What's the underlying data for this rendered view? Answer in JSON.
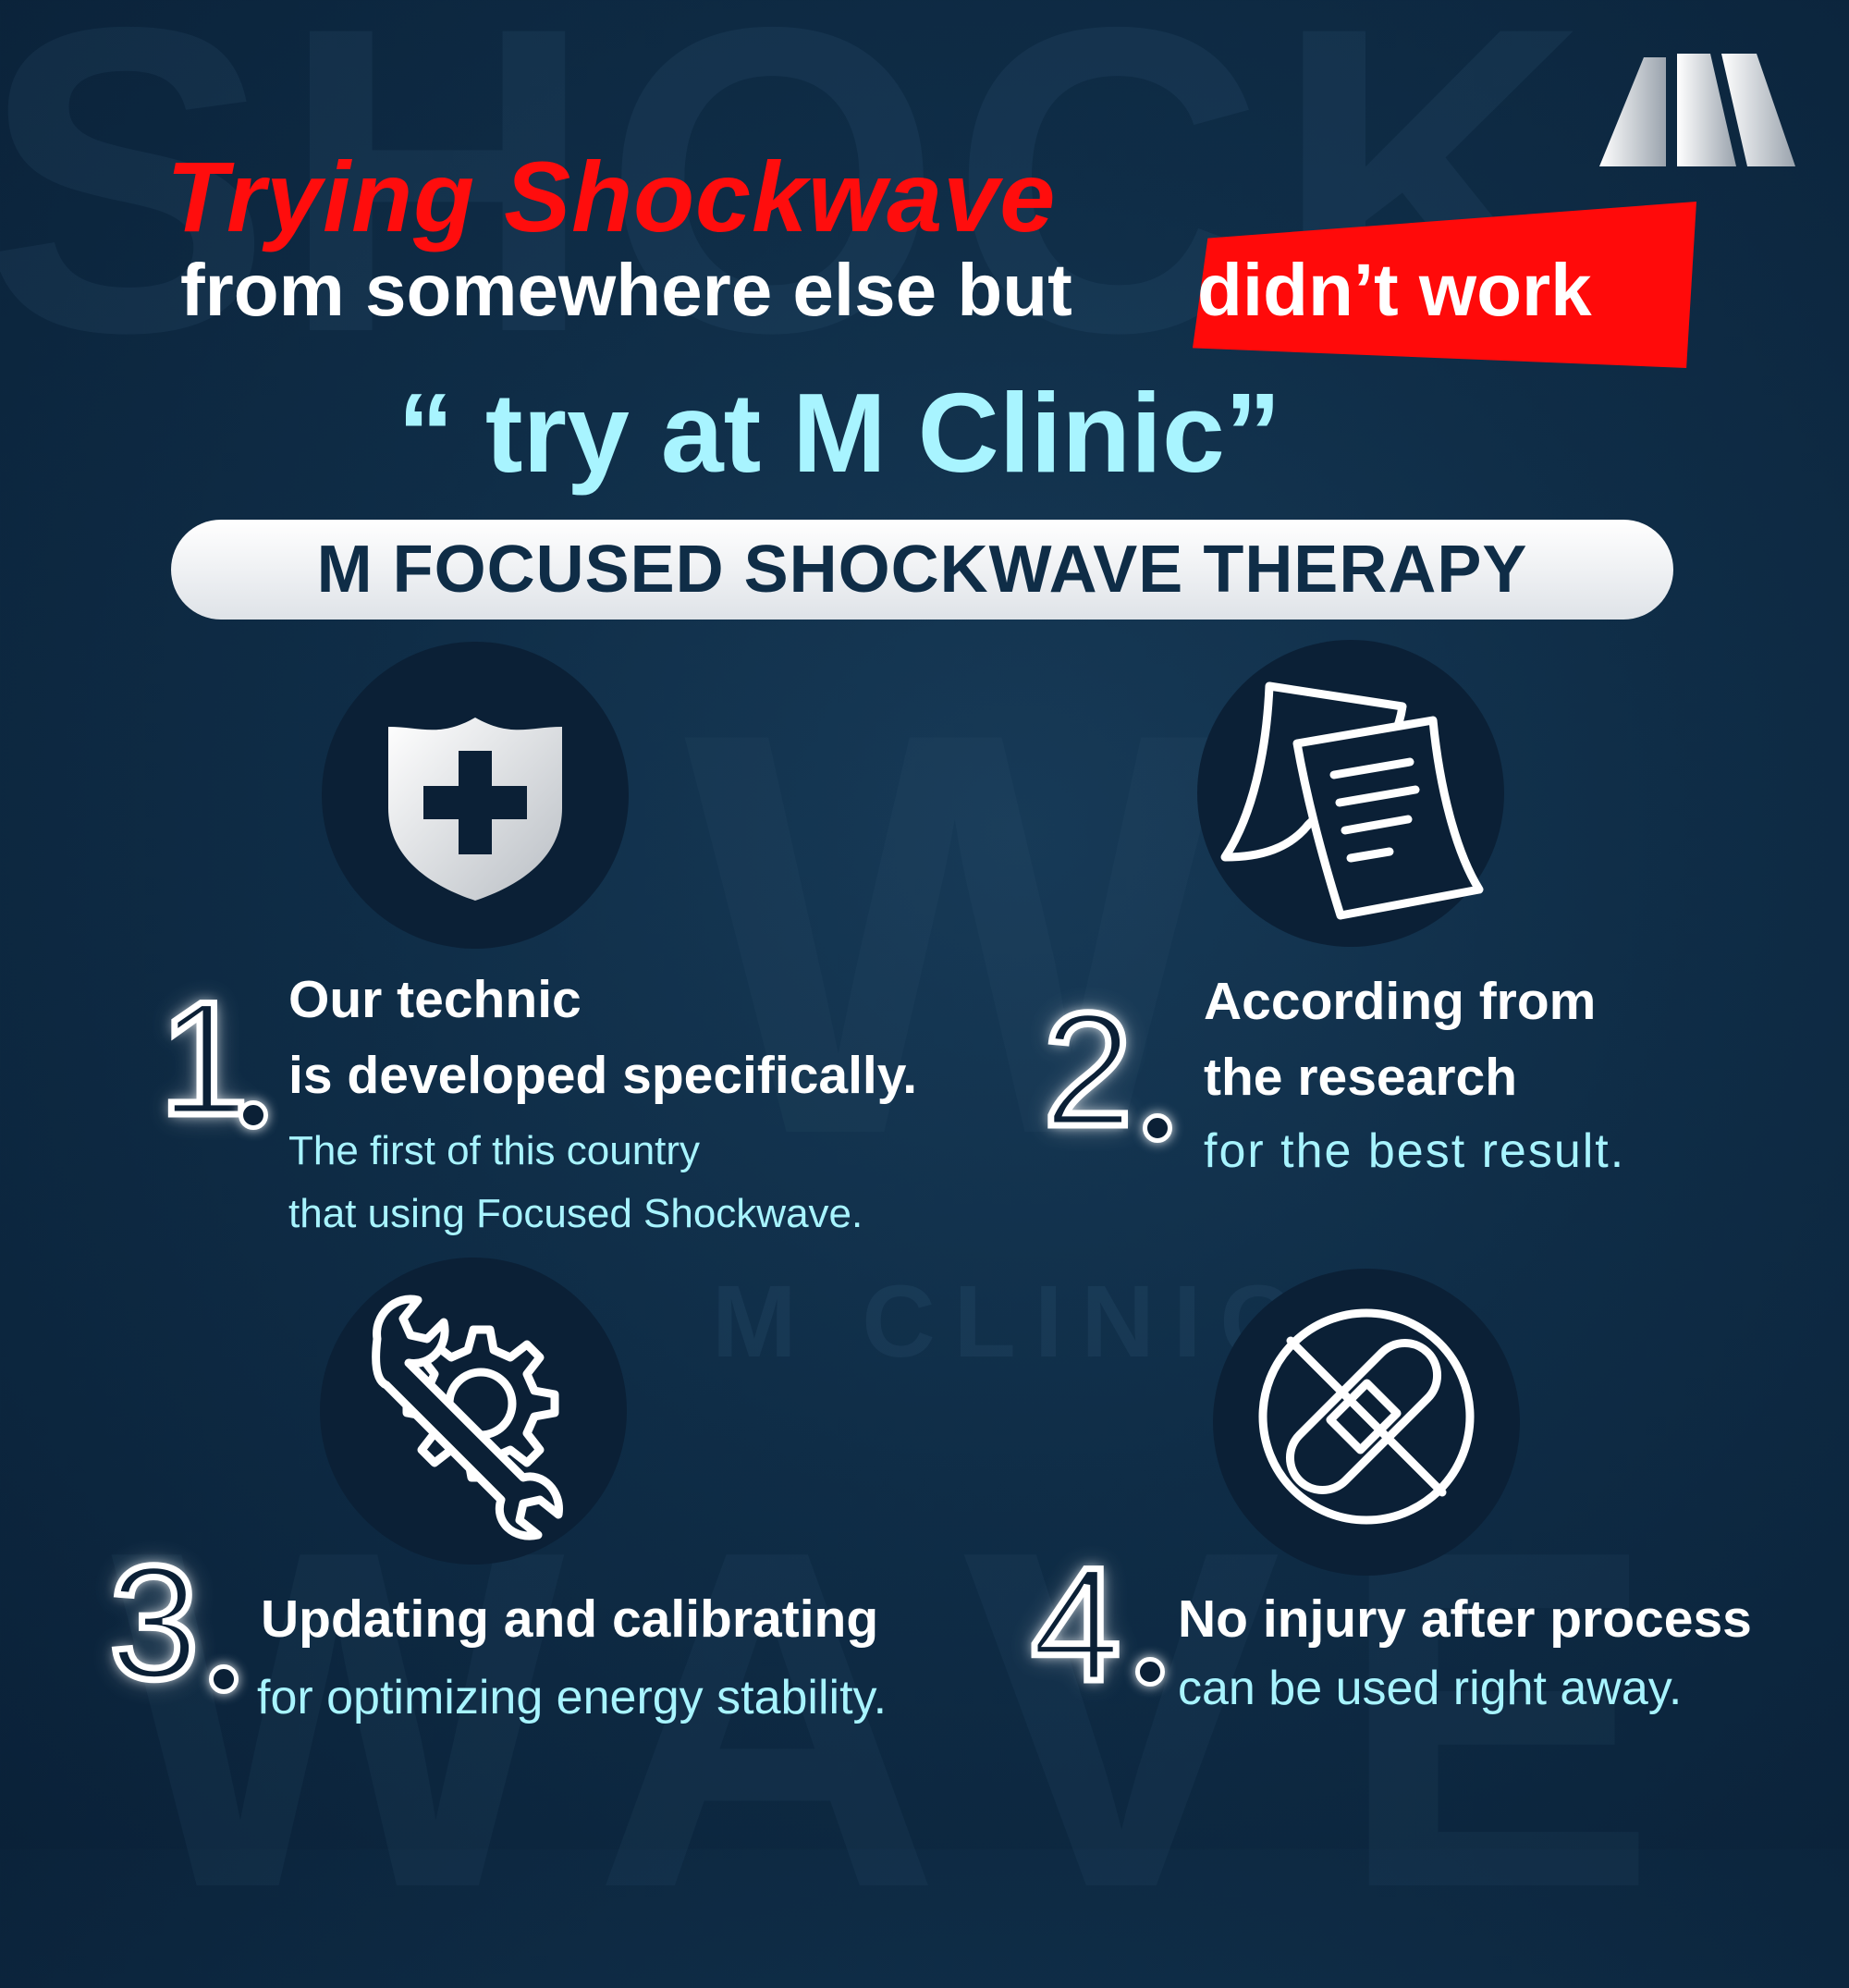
{
  "background_words": {
    "top": "SHOCK",
    "bottom": "WAVE",
    "middle": "M CLINIC"
  },
  "headline": {
    "red_title": "Trying Shockwave",
    "line2_white": "from somewhere else but",
    "line2_highlight": "didn’t work",
    "tagline": "“ try at M Clinic”"
  },
  "banner": {
    "label": "M FOCUSED SHOCKWAVE THERAPY"
  },
  "features": [
    {
      "number": "1",
      "icon": "shield-plus-icon",
      "title_line1": "Our technic",
      "title_line2": "is developed specifically.",
      "desc_line1": "The first of this country",
      "desc_line2": "that using Focused Shockwave."
    },
    {
      "number": "2",
      "icon": "documents-icon",
      "title_line1": "According from",
      "title_line2": "the research",
      "desc_line1": "for the best result."
    },
    {
      "number": "3",
      "icon": "wrench-gear-icon",
      "title_line1": "Updating and calibrating",
      "desc_line1": "for optimizing energy stability."
    },
    {
      "number": "4",
      "icon": "no-bandage-icon",
      "title_line1": "No injury after process",
      "desc_line1": "can be used right away."
    }
  ],
  "colors": {
    "background": "#0f2d47",
    "red": "#ff0d0d",
    "cyan": "#a8f4ff",
    "white": "#ffffff"
  }
}
